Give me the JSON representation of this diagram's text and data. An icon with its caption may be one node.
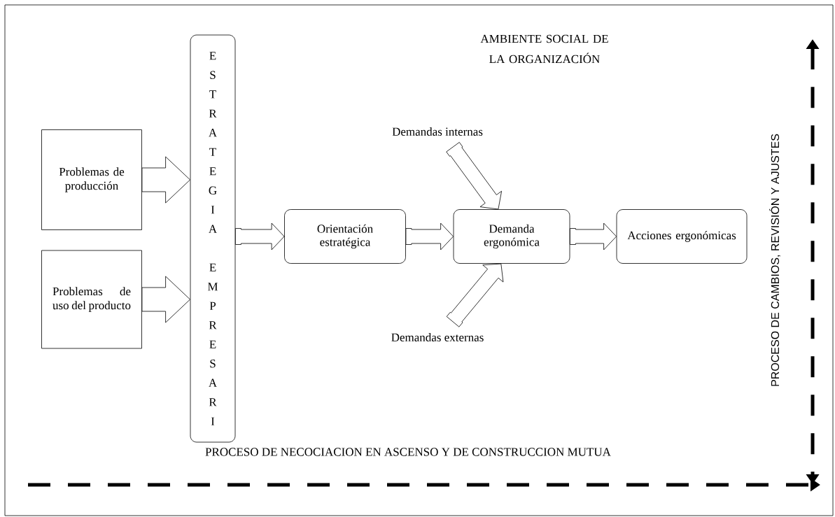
{
  "diagram": {
    "title": "AMBIENTE SOCIAL DE LA ORGANIZACIÓN",
    "nodes": [
      {
        "text": [
          "Problemas de producción"
        ]
      },
      {
        "text": [
          "Problemas de uso del producto"
        ]
      },
      {
        "text": [
          "ESTRATEGIA",
          "EMPRESARI"
        ]
      },
      {
        "text": [
          "Orientación estratégica"
        ]
      },
      {
        "text": [
          "Demanda ergonómica"
        ]
      },
      {
        "text": [
          "Acciones ergonómicas"
        ]
      },
      {
        "text": [
          "Demandas internas"
        ]
      },
      {
        "text": [
          "Demandas externas"
        ]
      }
    ],
    "edges": [
      {
        "from": 0,
        "to": 2,
        "arrow": "to"
      },
      {
        "from": 1,
        "to": 2,
        "arrow": "to"
      },
      {
        "from": 2,
        "to": 3,
        "arrow": "to"
      },
      {
        "from": 3,
        "to": 4,
        "arrow": "to"
      },
      {
        "from": 4,
        "to": 5,
        "arrow": "to"
      },
      {
        "from": 6,
        "to": 4,
        "arrow": "to"
      },
      {
        "from": 7,
        "to": 4,
        "arrow": "to"
      }
    ],
    "labels": [
      "PROCESO DE NECOCIACION EN ASCENSO Y DE CONSTRUCCION MUTUA",
      "PROCESO DE CAMBIOS, REVISIÓN Y AJUSTES"
    ]
  }
}
